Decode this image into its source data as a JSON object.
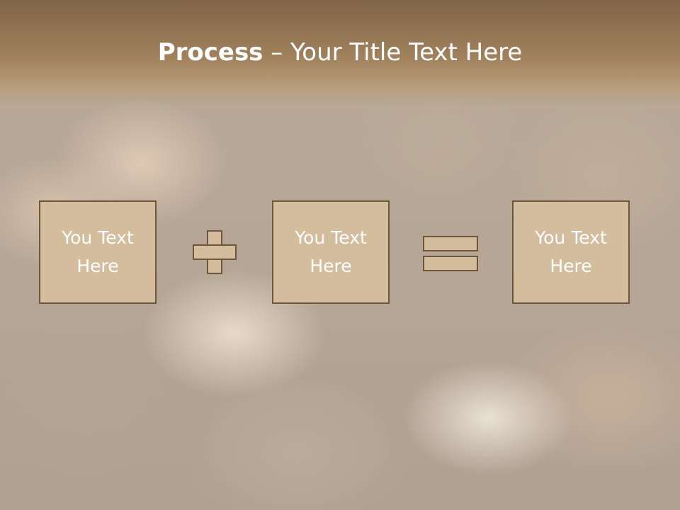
{
  "title": {
    "bold": "Process",
    "rest": " – Your Title Text Here"
  },
  "boxes": [
    {
      "text": "You Text Here"
    },
    {
      "text": "You Text Here"
    },
    {
      "text": "You Text Here"
    }
  ],
  "colors": {
    "box_fill": "#d4bd9d",
    "box_border": "#6f553c",
    "header": "#9c7d58",
    "text": "#ffffff"
  }
}
